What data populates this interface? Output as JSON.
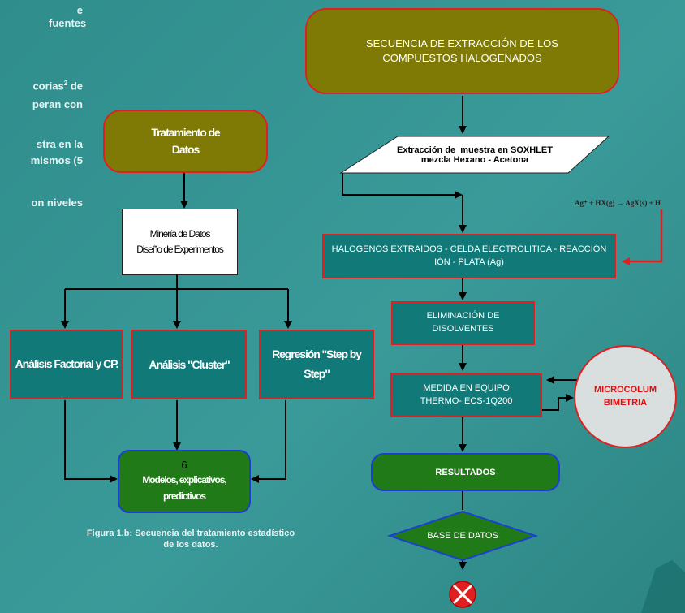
{
  "colors": {
    "olive": "#7f7a06",
    "teal_box": "#117a78",
    "green": "#1f7a17",
    "red_border": "#e02020",
    "blue_border": "#1c3fd0",
    "circle_fill": "#d9dede",
    "circle_text": "#e01010"
  },
  "left_text": {
    "line1": "e fuentes",
    "line2a": "corias",
    "line2_sup": "2",
    "line2b": " de",
    "line3": "peran con",
    "line4": "stra en la",
    "line5": "mismos (5",
    "line6": "on niveles"
  },
  "left_flow": {
    "tratamiento": "Tratamiento de Datos",
    "mineria_line1": "Minería de Datos",
    "mineria_line2": "Diseño de Experimentos",
    "analisis_factorial": "Análisis Factorial y CP.",
    "analisis_cluster": "Análisis \"Cluster\"",
    "regresion": "Regresión \"Step by Step\"",
    "modelos_number": "6",
    "modelos": "Modelos, explicativos, predictivos",
    "caption_line1": "Figura 1.b: Secuencia del tratamiento estadístico",
    "caption_line2": "de los datos."
  },
  "right_flow": {
    "secuencia": "SECUENCIA DE EXTRACCIÓN DE LOS COMPUESTOS HALOGENADOS",
    "extraccion_line1": "Extracción de  muestra en SOXHLET",
    "extraccion_line2": "mezcla Hexano - Acetona",
    "reaction": "Ag⁺ + HX(g) → AgX(s) + H",
    "halogenos": "HALOGENOS EXTRAIDOS - CELDA ELECTROLITICA - REACCIÓN IÓN -  PLATA (Ag)",
    "eliminacion": "ELIMINACIÓN DE DISOLVENTES",
    "medida": "MEDIDA EN EQUIPO THERMO- ECS-1Q200",
    "microcolumbimetria": "MICROCOLUM BIMETRIA",
    "resultados": "RESULTADOS",
    "base_datos": "BASE DE DATOS"
  }
}
